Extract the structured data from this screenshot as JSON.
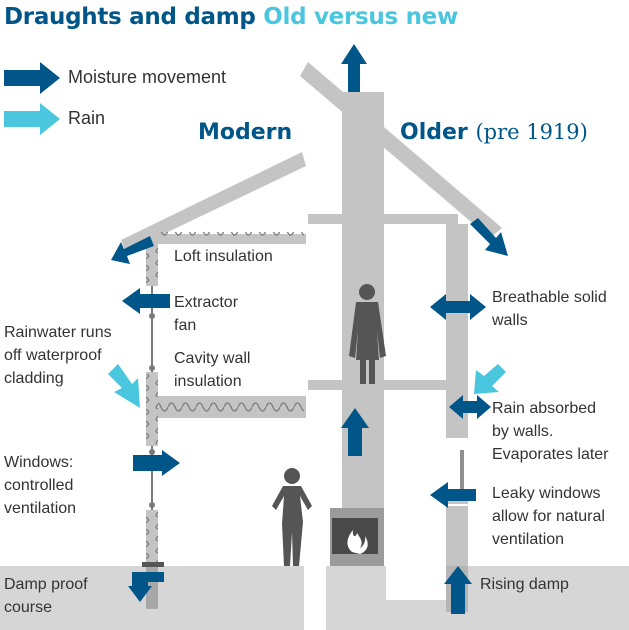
{
  "header": {
    "title_main": "Draughts and damp",
    "title_accent": "Old versus new"
  },
  "legend": [
    {
      "label": "Moisture movement",
      "icon": "dark-arrow-icon",
      "color": "#005689"
    },
    {
      "label": "Rain",
      "icon": "light-arrow-icon",
      "color": "#4bc6df"
    }
  ],
  "headings": {
    "modern": "Modern",
    "older": "Older",
    "older_sub": "(pre 1919)"
  },
  "labels": {
    "loft_insulation": "Loft insulation",
    "extractor_fan": "Extractor\nfan",
    "cavity_wall": "Cavity wall\ninsulation",
    "rainwater": "Rainwater runs\noff waterproof\ncladding",
    "windows": "Windows:\ncontrolled\nventilation",
    "damp_proof": "Damp proof\ncourse",
    "breathable": "Breathable solid\nwalls",
    "rain_absorbed": "Rain absorbed\nby walls.\nEvaporates later",
    "leaky_windows": "Leaky windows\nallow for natural\nventilation",
    "rising_damp": "Rising damp"
  },
  "colors": {
    "dark_blue": "#005689",
    "light_blue": "#4bc6df",
    "structure_grey": "#c4c4c4",
    "dark_grey": "#a8a8a8",
    "figure_grey": "#555555",
    "ground_grey": "#d6d6d6"
  }
}
